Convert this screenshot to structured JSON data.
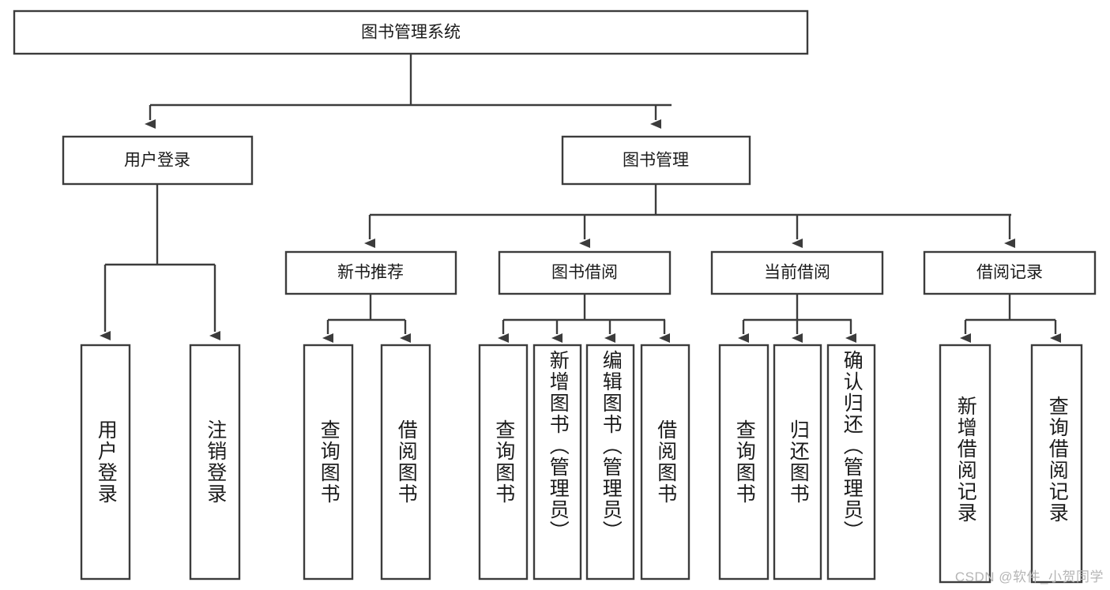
{
  "diagram": {
    "type": "tree-hierarchy-chart",
    "title": "图书管理系统",
    "root": {
      "label": "图书管理系统",
      "id": "root"
    },
    "level2": [
      {
        "id": "user-login",
        "label": "用户登录"
      },
      {
        "id": "book-management",
        "label": "图书管理"
      }
    ],
    "level3": [
      {
        "id": "new-book-recommend",
        "label": "新书推荐",
        "parent": "book-management"
      },
      {
        "id": "book-borrow",
        "label": "图书借阅",
        "parent": "book-management"
      },
      {
        "id": "current-borrow",
        "label": "当前借阅",
        "parent": "book-management"
      },
      {
        "id": "borrow-record",
        "label": "借阅记录",
        "parent": "book-management"
      }
    ],
    "leaves": [
      {
        "id": "leaf-user-login",
        "label": "用户登录",
        "parent": "user-login"
      },
      {
        "id": "leaf-logout-login",
        "label": "注销登录",
        "parent": "user-login"
      },
      {
        "id": "leaf-query-book-1",
        "label": "查询图书",
        "parent": "new-book-recommend"
      },
      {
        "id": "leaf-borrow-book-1",
        "label": "借阅图书",
        "parent": "new-book-recommend"
      },
      {
        "id": "leaf-query-book-2",
        "label": "查询图书",
        "parent": "book-borrow"
      },
      {
        "id": "leaf-add-book",
        "label": "新增图书（管理员）",
        "parent": "book-borrow"
      },
      {
        "id": "leaf-edit-book",
        "label": "编辑图书（管理员）",
        "parent": "book-borrow"
      },
      {
        "id": "leaf-borrow-book-2",
        "label": "借阅图书",
        "parent": "book-borrow"
      },
      {
        "id": "leaf-query-book-3",
        "label": "查询图书",
        "parent": "current-borrow"
      },
      {
        "id": "leaf-return-book",
        "label": "归还图书",
        "parent": "current-borrow"
      },
      {
        "id": "leaf-confirm-return",
        "label": "确认归还（管理员）",
        "parent": "current-borrow"
      },
      {
        "id": "leaf-add-record",
        "label": "新增借阅记录",
        "parent": "borrow-record"
      },
      {
        "id": "leaf-query-record",
        "label": "查询借阅记录",
        "parent": "borrow-record"
      }
    ],
    "colors": {
      "stroke": "#3c3c3c",
      "box_fill": "#ffffff",
      "text": "#1b1b1b",
      "background": "#ffffff",
      "watermark": "#b5b5b5"
    }
  },
  "watermark": {
    "text": "CSDN @软件_小贺同学"
  }
}
